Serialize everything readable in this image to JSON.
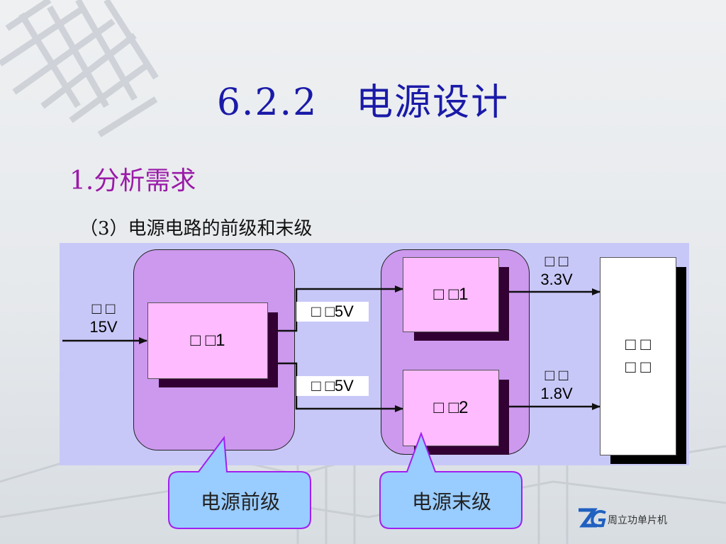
{
  "slide": {
    "title": "6.2.2　电源设计",
    "section_heading": "1.分析需求",
    "sub_heading": "（3）电源电路的前级和末级"
  },
  "diagram": {
    "input_label": "□ □\n15V",
    "stage1_block": "□ □1",
    "mid_label_top": "□ □5V",
    "mid_label_bottom": "□ □5V",
    "stage2_block1": "□ □1",
    "stage2_block2": "□ □2",
    "out_label_top": "□ □\n3.3V",
    "out_label_bottom": "□ □\n1.8V",
    "load_label": "□ □\n□ □",
    "callout_front": "电源前级",
    "callout_end": "电源末级"
  },
  "footer": {
    "logo_mark": "ZLG",
    "logo_text": "周立功单片机"
  },
  "colors": {
    "title": "#1a1aa8",
    "section_heading": "#9a1aa8",
    "diagram_bg": "#c8c8f8",
    "group_fill": "#cc99ee",
    "block_fill": "#ffbbff",
    "block_shadow": "#330033",
    "callout_fill": "#99ccff",
    "callout_border": "#a020f0"
  }
}
